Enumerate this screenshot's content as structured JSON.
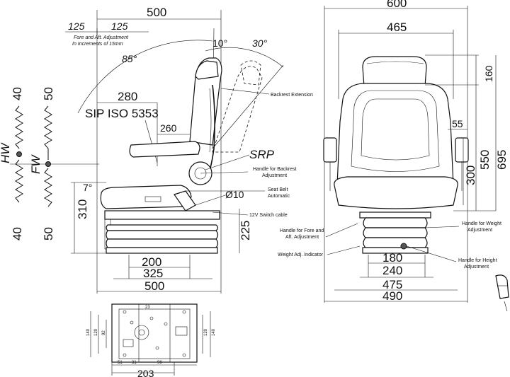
{
  "side_view": {
    "dimensions": {
      "width_top": "500",
      "fwd_125": "125",
      "back_125": "125",
      "angle_10": "10°",
      "angle_30": "30°",
      "angle_85": "85°",
      "d280": "280",
      "d260": "260",
      "angle_7": "7°",
      "d310": "310",
      "d225": "225",
      "d200": "200",
      "d325": "325",
      "d500_bottom": "500",
      "phi10": "Ø10"
    },
    "labels": {
      "fore_aft": "Fore and Aft. Adjustment",
      "fore_aft_incr": "In Increments of 15mm",
      "sip": "SIP ISO 5353",
      "srp": "SRP",
      "backrest_extension": "Backrest Extension",
      "handle_backrest_1": "Handle for Backrest",
      "handle_backrest_2": "Adjustment",
      "seat_belt_1": "Seat Belt",
      "seat_belt_2": "Automatic",
      "switch_cable": "12V Switch cable",
      "handle_fore_aft_1": "Handle for Fore and",
      "handle_fore_aft_2": "Aft. Adjustment",
      "weight_indicator": "Weight Adj. Indicator"
    }
  },
  "vibration": {
    "hw": "HW",
    "fw": "FW",
    "hw_top": "40",
    "fw_top": "50",
    "hw_bottom": "40",
    "fw_bottom": "50"
  },
  "front_view": {
    "dimensions": {
      "width_600": "600",
      "width_465": "465",
      "h160": "160",
      "h55": "55",
      "h550": "550",
      "h695": "695",
      "h300": "300",
      "d180": "180",
      "d240": "240",
      "d475": "475",
      "d490": "490"
    },
    "labels": {
      "handle_weight_1": "Handle for Weight",
      "handle_weight_2": "Adjustment",
      "handle_height_1": "Handle for Height",
      "handle_height_2": "Adjustment"
    }
  },
  "base_plate": {
    "d203": "203",
    "d140": "140",
    "d120": "120",
    "d92": "92",
    "d120r": "120",
    "d140r": "140",
    "d23": "23",
    "d51": "51",
    "d31": "31",
    "d96": "96"
  }
}
